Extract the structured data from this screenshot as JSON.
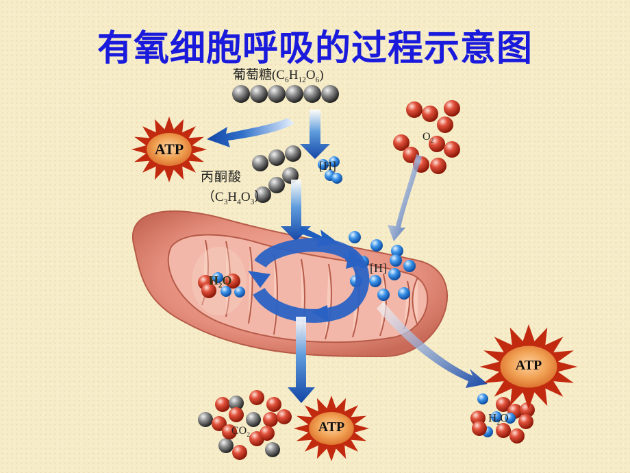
{
  "title": "有氧细胞呼吸的过程示意图",
  "labels": {
    "glucose": "葡萄糖",
    "pyruvate_name": "丙酮酸"
  },
  "formulas": {
    "glucose": {
      "open": "(",
      "C": "C",
      "c_n": "6",
      "H": "H",
      "h_n": "12",
      "O": "O",
      "o_n": "6",
      "close": ")"
    },
    "pyruvate": {
      "open": "（",
      "C": "C",
      "c_n": "3",
      "H": "H",
      "h_n": "4",
      "O": "O",
      "o_n": "3",
      "close": "）"
    },
    "hydrogen_1": "[H]",
    "hydrogen_2": "[H]",
    "oxygen": {
      "O": "O",
      "n": "2"
    },
    "water_left": {
      "H": "H",
      "n": "2",
      "O": "O"
    },
    "water_right": {
      "H": "H",
      "n": "2",
      "O": "O"
    },
    "carbon_dioxide": {
      "C": "CO",
      "n": "2"
    }
  },
  "atp": {
    "top_left": "ATP",
    "bottom_right": "ATP",
    "bottom_middle": "ATP"
  },
  "colors": {
    "title": "#1a1adc",
    "arrow": "#1f5fc0",
    "atp_star": "#c22a10",
    "mito_outer": "#e48d7c",
    "mito_inner": "#f0aa98"
  }
}
